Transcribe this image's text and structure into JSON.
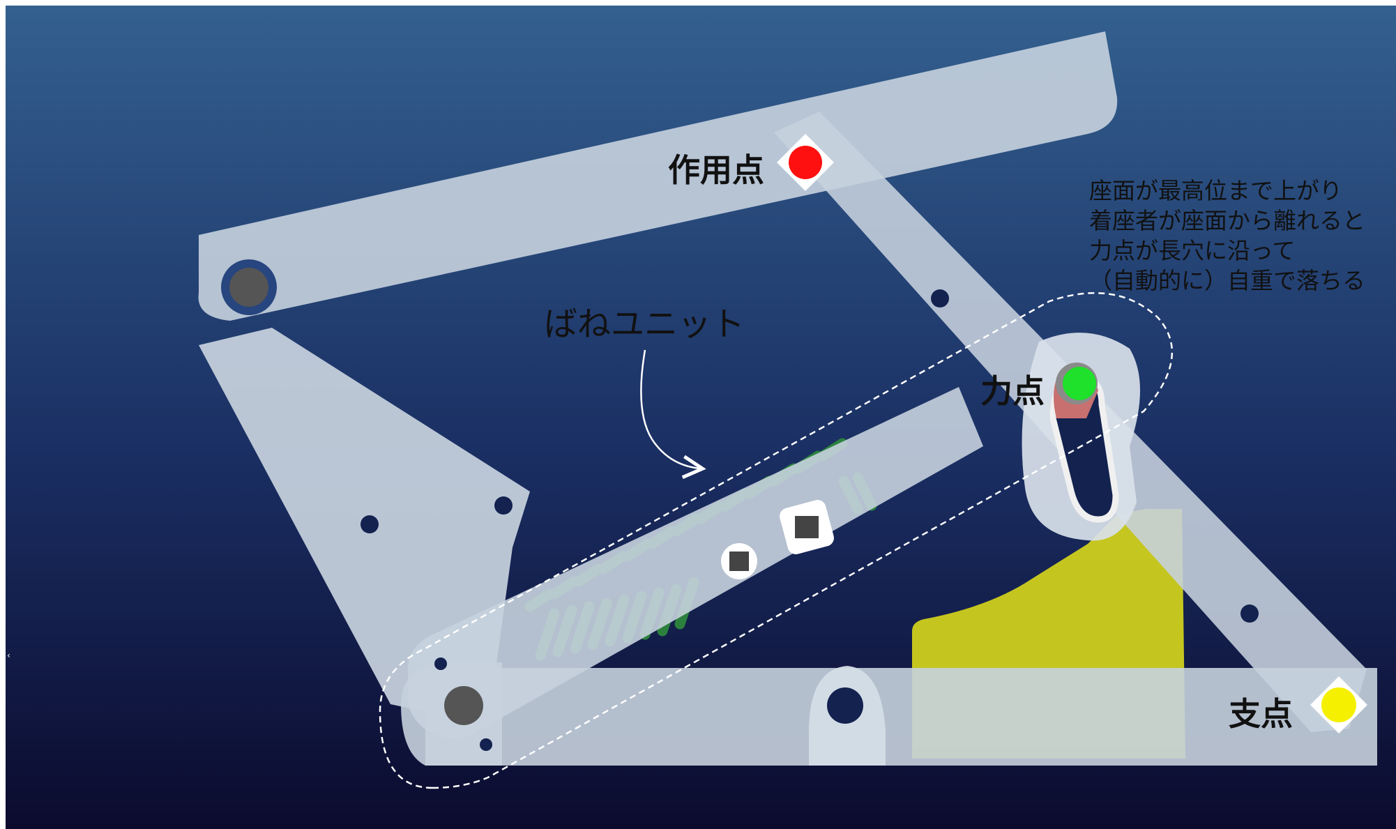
{
  "labels": {
    "action_point": "作用点",
    "effort_point": "力点",
    "fulcrum": "支点",
    "spring_unit": "ばねユニット"
  },
  "note_lines": [
    "座面が最高位まで上がり",
    "着座者が座面から離れると",
    "力点が長穴に沿って",
    "（自動的に）自重で落ちる"
  ],
  "colors": {
    "background_top": "#33608F",
    "background_bottom": "#0B0B2E",
    "link": "#C7D2DE",
    "action_point": "#FF1010",
    "effort_point": "#1FE02A",
    "fulcrum": "#F5F000",
    "spring": "#2E8B3C",
    "block": "#CFCF1E"
  },
  "icons": [
    "action-point-marker",
    "effort-point-marker",
    "fulcrum-marker",
    "pivot-pin",
    "spring-coil",
    "curved-arrow"
  ]
}
